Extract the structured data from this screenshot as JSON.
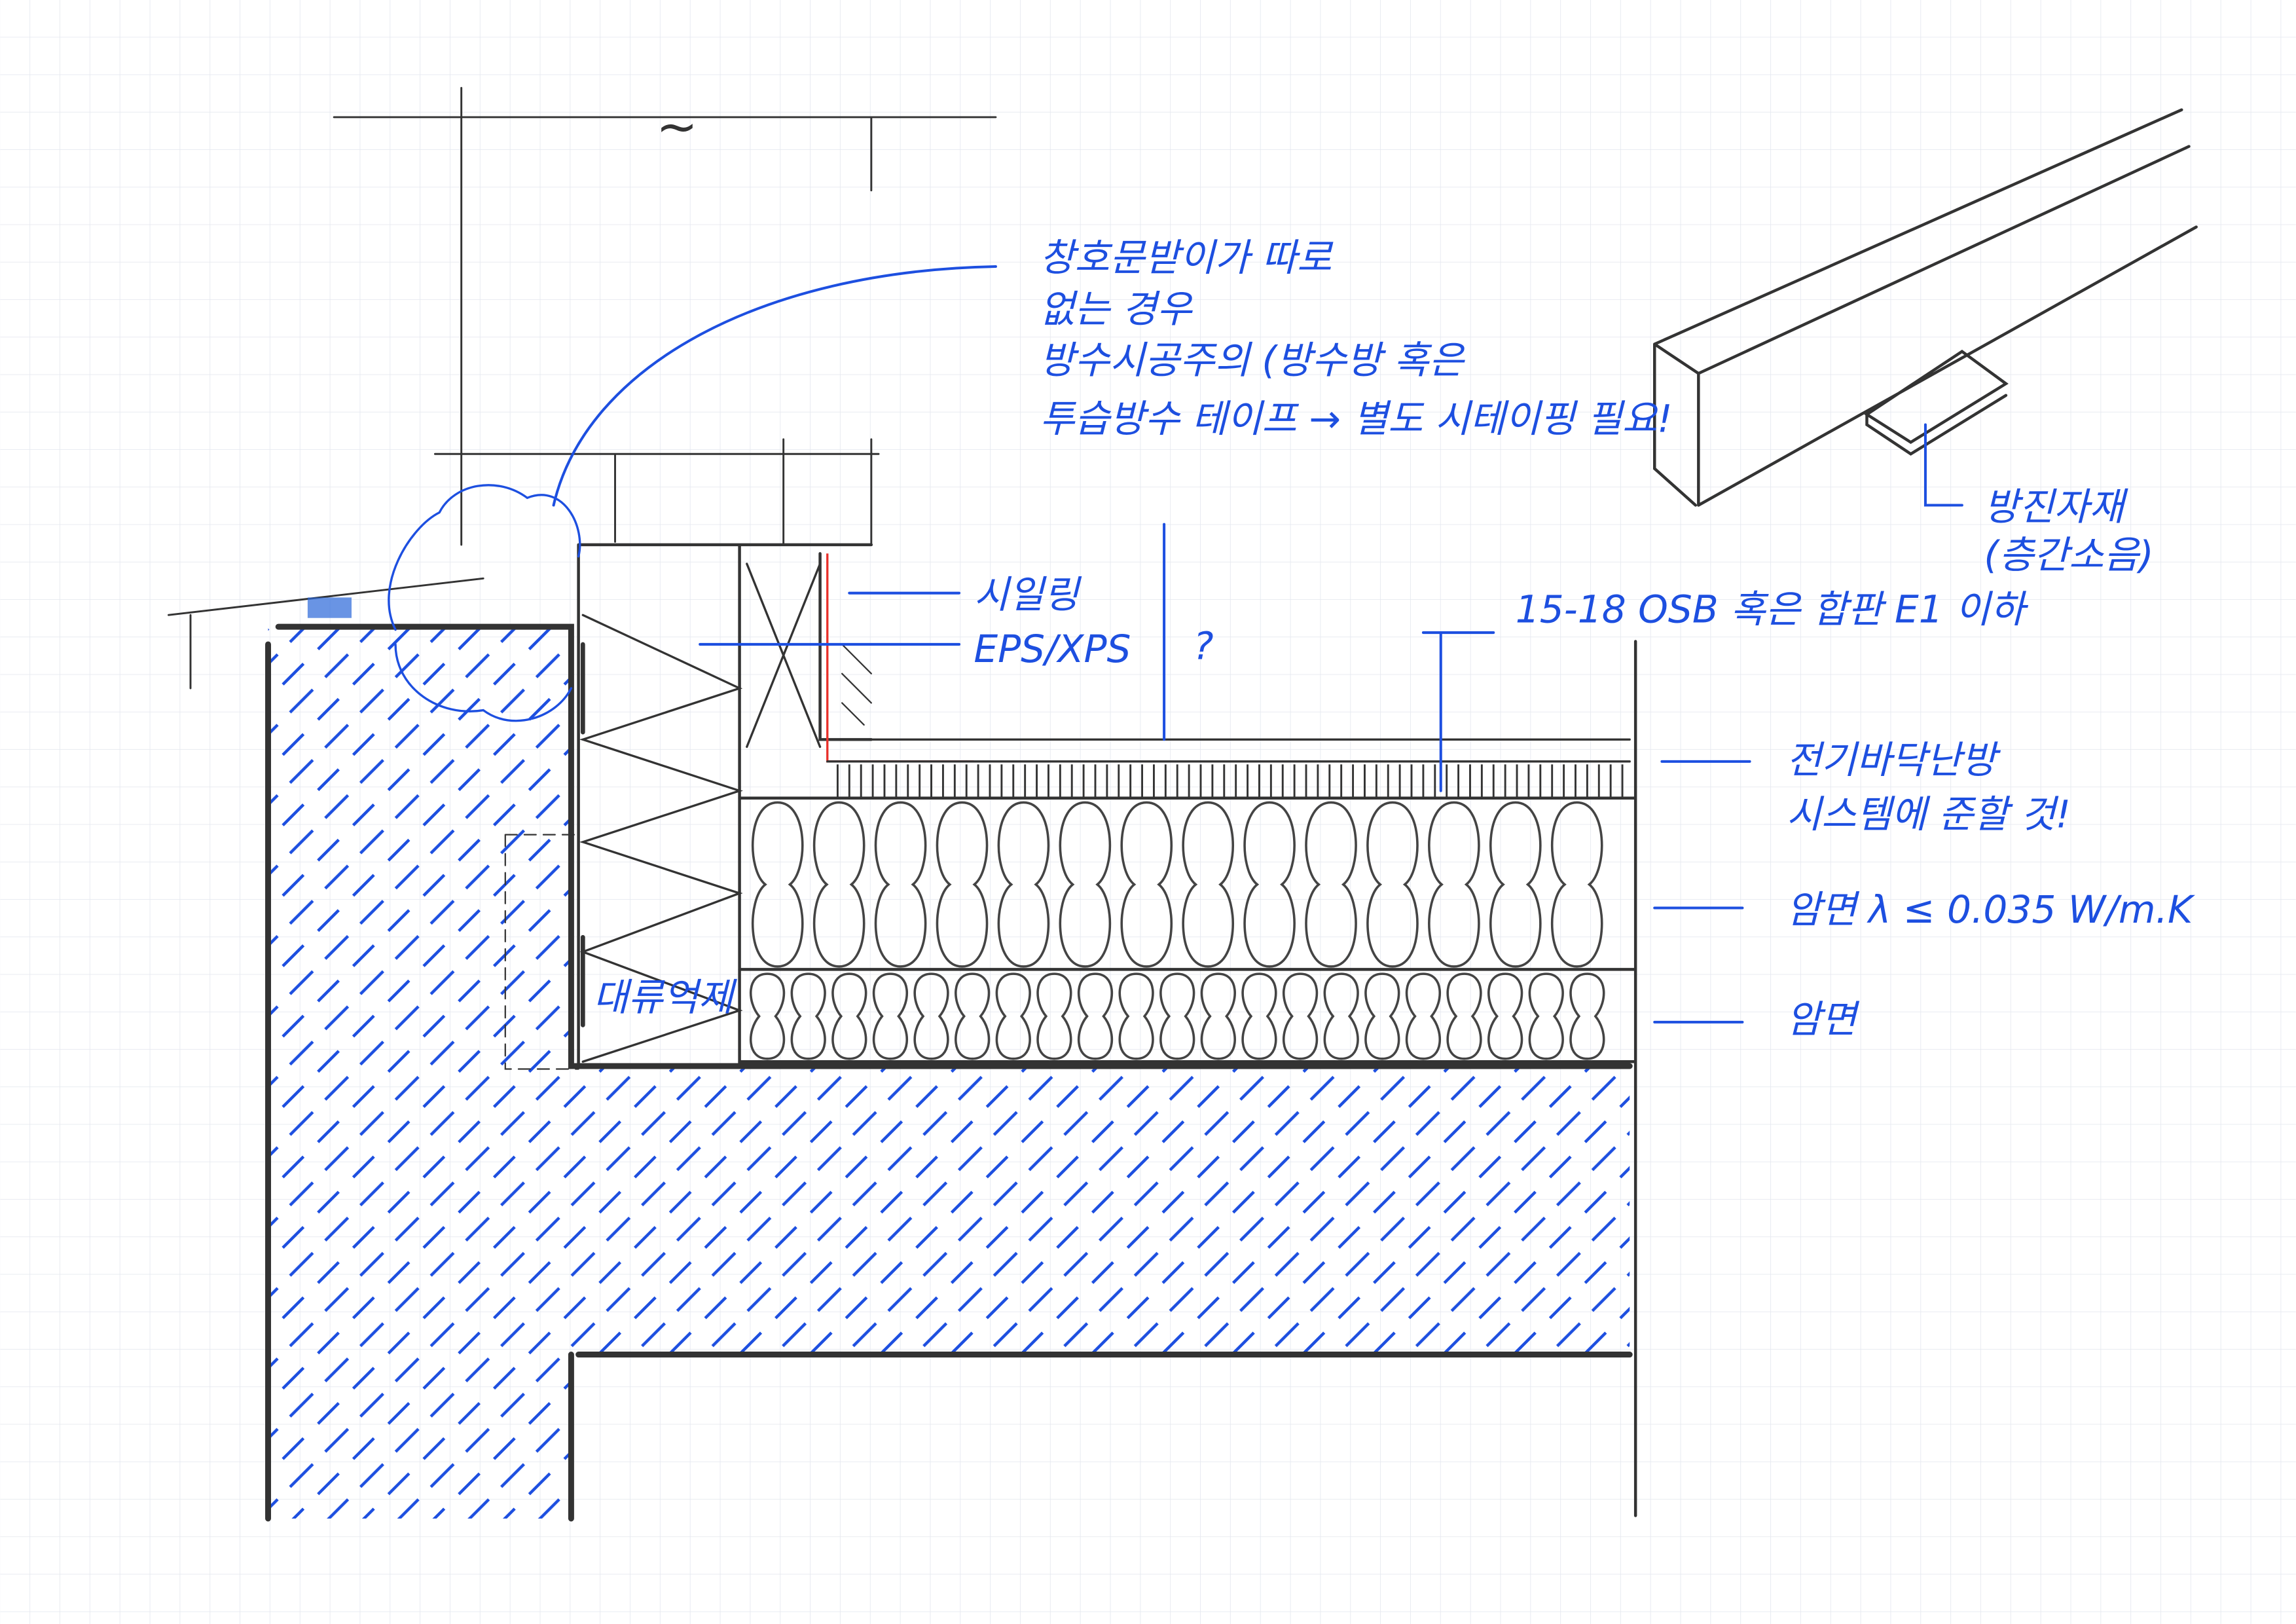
{
  "title": "Floor-to-wall thermal insulation detail sketch",
  "annotations": {
    "window_note": [
      "창호문받이가 따로",
      "없는 경우",
      "방수시공주의 (방수방 혹은",
      "투습방수 테이프 → 별도 시테이핑 필요!"
    ],
    "sealing": "시일링",
    "eps_xps": "EPS/XPS",
    "question": "?",
    "osb": "15-18 OSB 혹은 합판 E1 이하",
    "floor_heating": [
      "전기바닥난방",
      "시스템에 준할 것!"
    ],
    "rockwool_upper": "암면  λ ≤ 0.035 W/m.K",
    "rockwool_lower": "암면",
    "convection_stop": "대류억제",
    "anti_vibration": [
      "방진자재",
      "(층간소음)"
    ],
    "dim_symbol": "~"
  },
  "colors": {
    "ink": "#333333",
    "pen_blue": "#1d4fe0",
    "red": "#e8302a",
    "grid": "#e6e9f0"
  }
}
